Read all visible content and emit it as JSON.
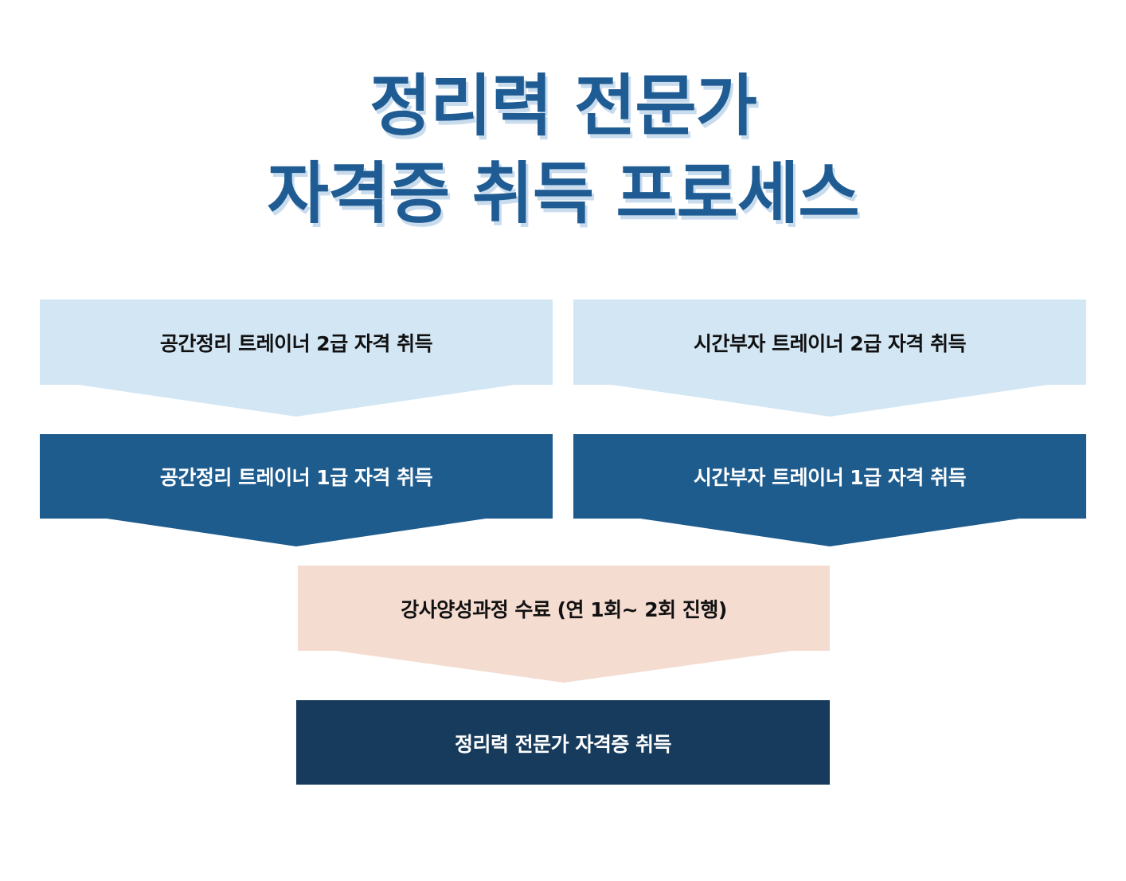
{
  "title": {
    "line1": "정리력 전문가",
    "line2": "자격증 취득 프로세스"
  },
  "steps": {
    "space_level2": "공간정리 트레이너 2급 자격 취득",
    "time_level2": "시간부자 트레이너 2급 자격 취득",
    "space_level1": "공간정리 트레이너 1급 자격 취득",
    "time_level1": "시간부자 트레이너 1급 자격 취득",
    "instructor_course": "강사양성과정 수료 (연 1회~ 2회 진행)",
    "final": "정리력 전문가 자격증 취득"
  },
  "colors": {
    "title": "#1f5c93",
    "light_blue": "#d2e6f4",
    "mid_blue": "#1f5c8e",
    "peach": "#f4dcd1",
    "navy": "#163b5c"
  }
}
